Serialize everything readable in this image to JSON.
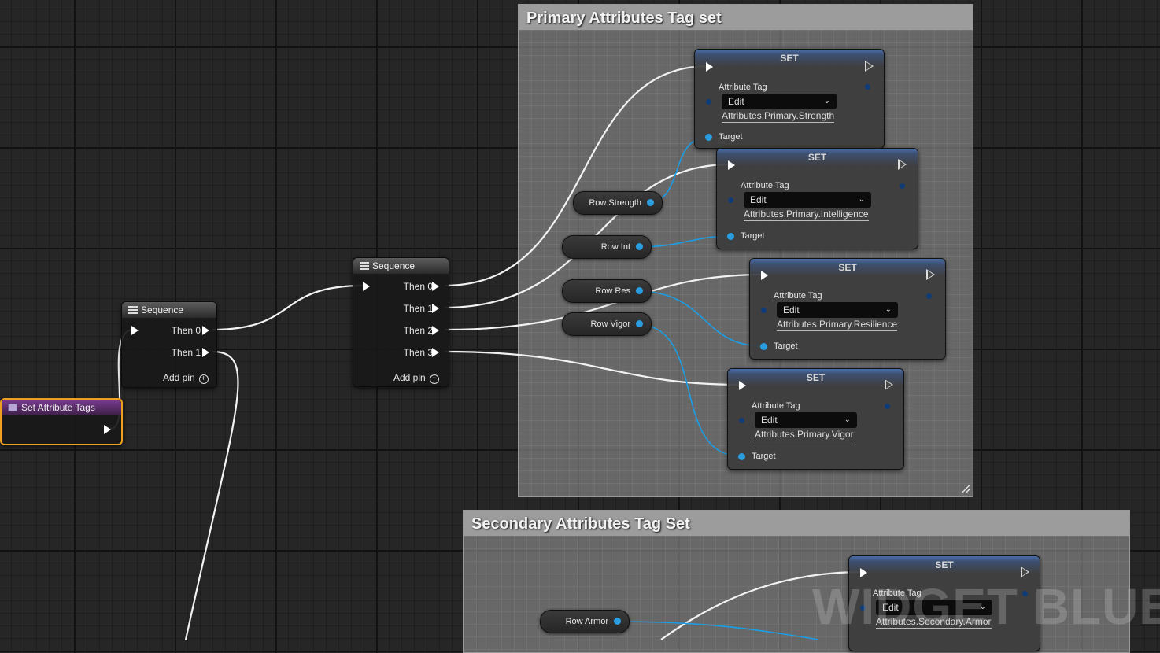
{
  "comments": {
    "primary_title": "Primary Attributes Tag set",
    "secondary_title": "Secondary Attributes Tag Set"
  },
  "event_node": {
    "title": "Set Attribute Tags",
    "icon": "function-icon"
  },
  "sequence1": {
    "title": "Sequence",
    "pins": [
      "Then 0",
      "Then 1"
    ],
    "add_pin": "Add pin"
  },
  "sequence2": {
    "title": "Sequence",
    "pins": [
      "Then 0",
      "Then 1",
      "Then 2",
      "Then 3"
    ],
    "add_pin": "Add pin"
  },
  "getters": {
    "strength": "Row Strength",
    "int": "Row Int",
    "res": "Row Res",
    "vigor": "Row Vigor",
    "armor": "Row Armor"
  },
  "set_nodes": [
    {
      "title": "SET",
      "field": "Attribute Tag",
      "dropdown": "Edit",
      "value": "Attributes.Primary.Strength",
      "target": "Target"
    },
    {
      "title": "SET",
      "field": "Attribute Tag",
      "dropdown": "Edit",
      "value": "Attributes.Primary.Intelligence",
      "target": "Target"
    },
    {
      "title": "SET",
      "field": "Attribute Tag",
      "dropdown": "Edit",
      "value": "Attributes.Primary.Resilience",
      "target": "Target"
    },
    {
      "title": "SET",
      "field": "Attribute Tag",
      "dropdown": "Edit",
      "value": "Attributes.Primary.Vigor",
      "target": "Target"
    },
    {
      "title": "SET",
      "field": "Attribute Tag",
      "dropdown": "Edit",
      "value": "Attributes.Secondary.Armor"
    }
  ],
  "watermark": "WIDGET BLUEPRI",
  "colors": {
    "exec_wire": "#ffffff",
    "data_wire": "#1b9ee6",
    "selection": "#f0a020"
  }
}
